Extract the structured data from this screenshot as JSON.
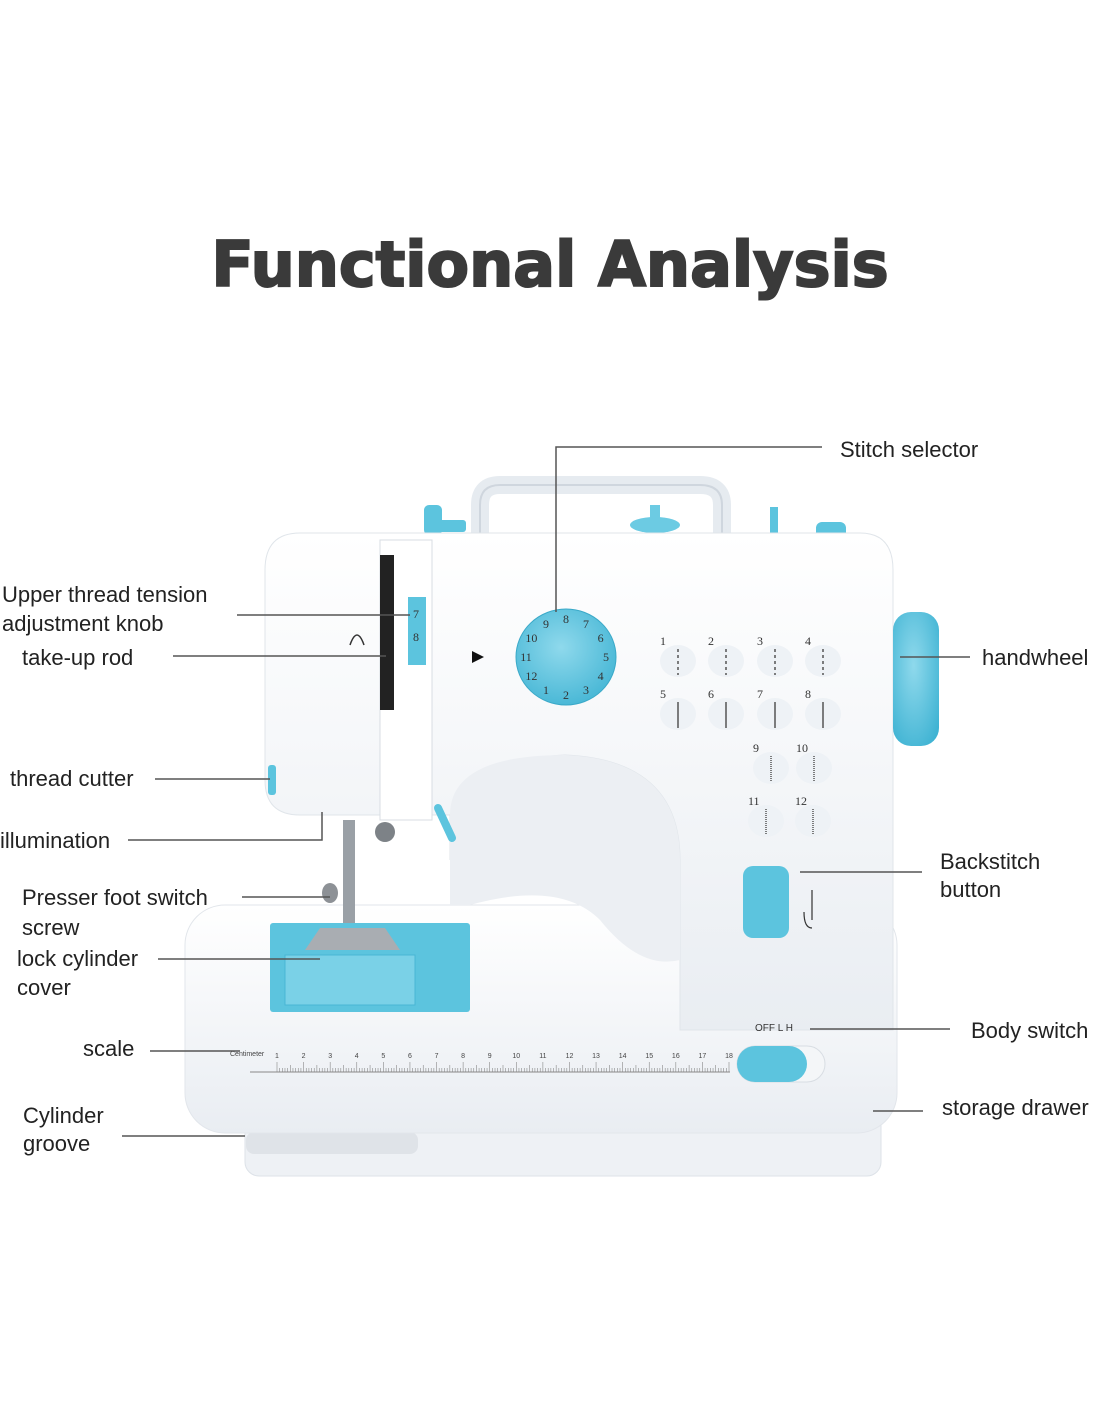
{
  "title": "Functional Analysis",
  "labels": {
    "stitch_selector": "Stitch selector",
    "tension_line1": "Upper thread tension",
    "tension_line2": "adjustment knob",
    "take_up_rod": "take-up rod",
    "handwheel": "handwheel",
    "thread_cutter": "thread cutter",
    "illumination": "illumination",
    "presser_line1": "Presser foot switch",
    "presser_line2": "screw",
    "lock_line1": "lock cylinder",
    "lock_line2": "cover",
    "scale": "scale",
    "cylinder_line1": "Cylinder",
    "cylinder_line2": "groove",
    "backstitch_line1": "Backstitch",
    "backstitch_line2": "button",
    "body_switch": "Body switch",
    "storage_drawer": "storage drawer"
  },
  "machine": {
    "switch_positions": "OFF  L  H",
    "ruler_unit": "Centimeter",
    "ruler_numbers": [
      "1",
      "2",
      "3",
      "4",
      "5",
      "6",
      "7",
      "8",
      "9",
      "10",
      "11",
      "12",
      "13",
      "14",
      "15",
      "16",
      "17",
      "18"
    ],
    "stitch_numbers": [
      "1",
      "2",
      "3",
      "4",
      "5",
      "6",
      "7",
      "8",
      "9",
      "10",
      "11",
      "12"
    ],
    "dial_numbers": [
      "8",
      "7",
      "6",
      "5",
      "4",
      "3",
      "2",
      "1",
      "12",
      "11",
      "10",
      "9"
    ],
    "tension_numbers": [
      "7",
      "8"
    ],
    "colors": {
      "accent": "#5cc4de",
      "body": "#f4f6f9",
      "text": "#3a3a3a",
      "leader": "#555555"
    }
  }
}
